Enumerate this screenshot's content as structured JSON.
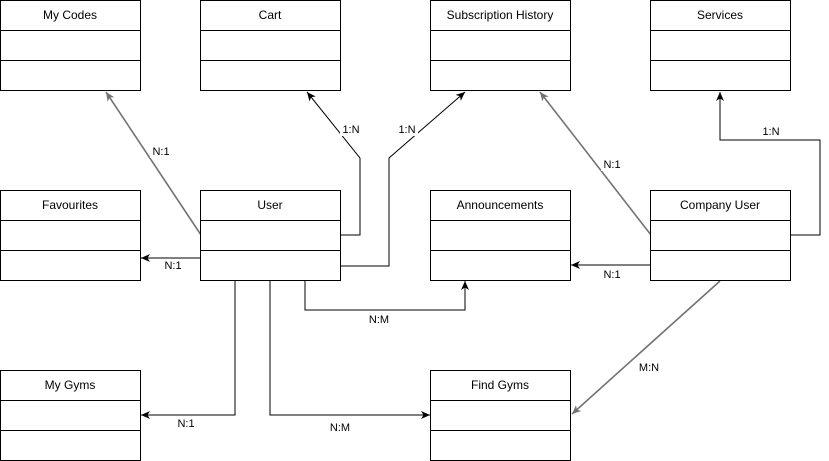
{
  "classes": {
    "my_codes": "My Codes",
    "cart": "Cart",
    "subscription_history": "Subscription History",
    "services": "Services",
    "favourites": "Favourites",
    "user": "User",
    "announcements": "Announcements",
    "company_user": "Company User",
    "my_gyms": "My Gyms",
    "find_gyms": "Find Gyms"
  },
  "relations": {
    "user_my_codes": "N:1",
    "user_cart": "1:N",
    "user_subscription_history": "1:N",
    "user_favourites": "N:1",
    "user_announcements": "N:M",
    "user_my_gyms": "N:1",
    "user_find_gyms": "N:M",
    "company_services": "1:N",
    "company_subscription_history": "N:1",
    "company_announcements": "N:1",
    "company_find_gyms": "M:N"
  }
}
